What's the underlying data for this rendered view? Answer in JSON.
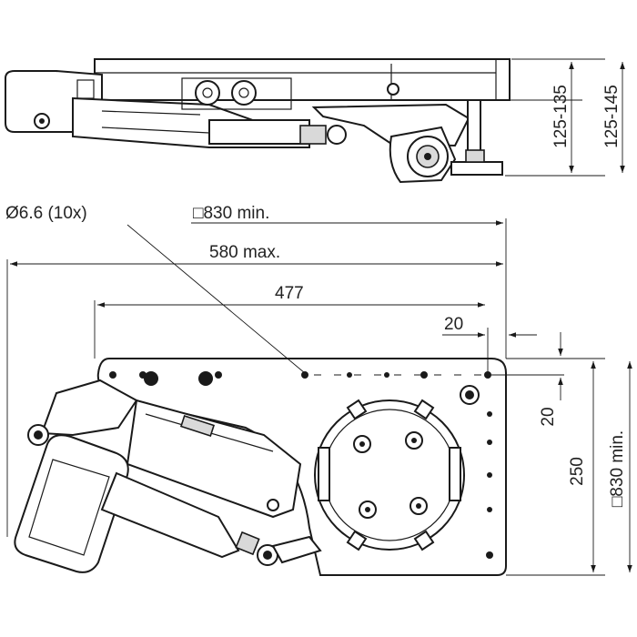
{
  "dimensions": {
    "side_height_inner": "125-135",
    "side_height_outer": "125-145",
    "hole_diameter": "Ø6.6 (10x)",
    "square_top": "□830 min.",
    "width_max": "580 max.",
    "hole_span": "477",
    "offset_horizontal": "20",
    "offset_vertical": "20",
    "plate_height": "250",
    "square_side": "□830 min."
  }
}
